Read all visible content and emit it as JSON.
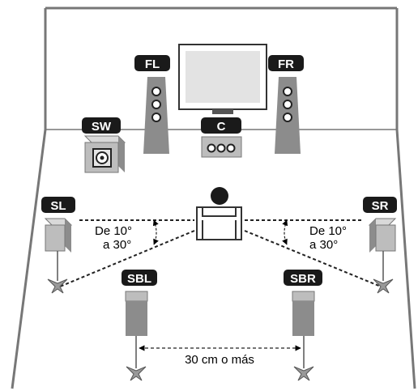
{
  "speakers": {
    "fl": "FL",
    "fr": "FR",
    "c": "C",
    "sw": "SW",
    "sl": "SL",
    "sr": "SR",
    "sbl": "SBL",
    "sbr": "SBR"
  },
  "angle_left": {
    "line1": "De 10°",
    "line2": "a 30°"
  },
  "angle_right": {
    "line1": "De 10°",
    "line2": "a 30°"
  },
  "distance_label": "30 cm o más",
  "colors": {
    "label_bg": "#1a1a1a",
    "speaker_dark": "#8c8c8c",
    "speaker_light": "#bdbdbd",
    "tv_screen": "#e3e3e3",
    "line": "#555555"
  }
}
